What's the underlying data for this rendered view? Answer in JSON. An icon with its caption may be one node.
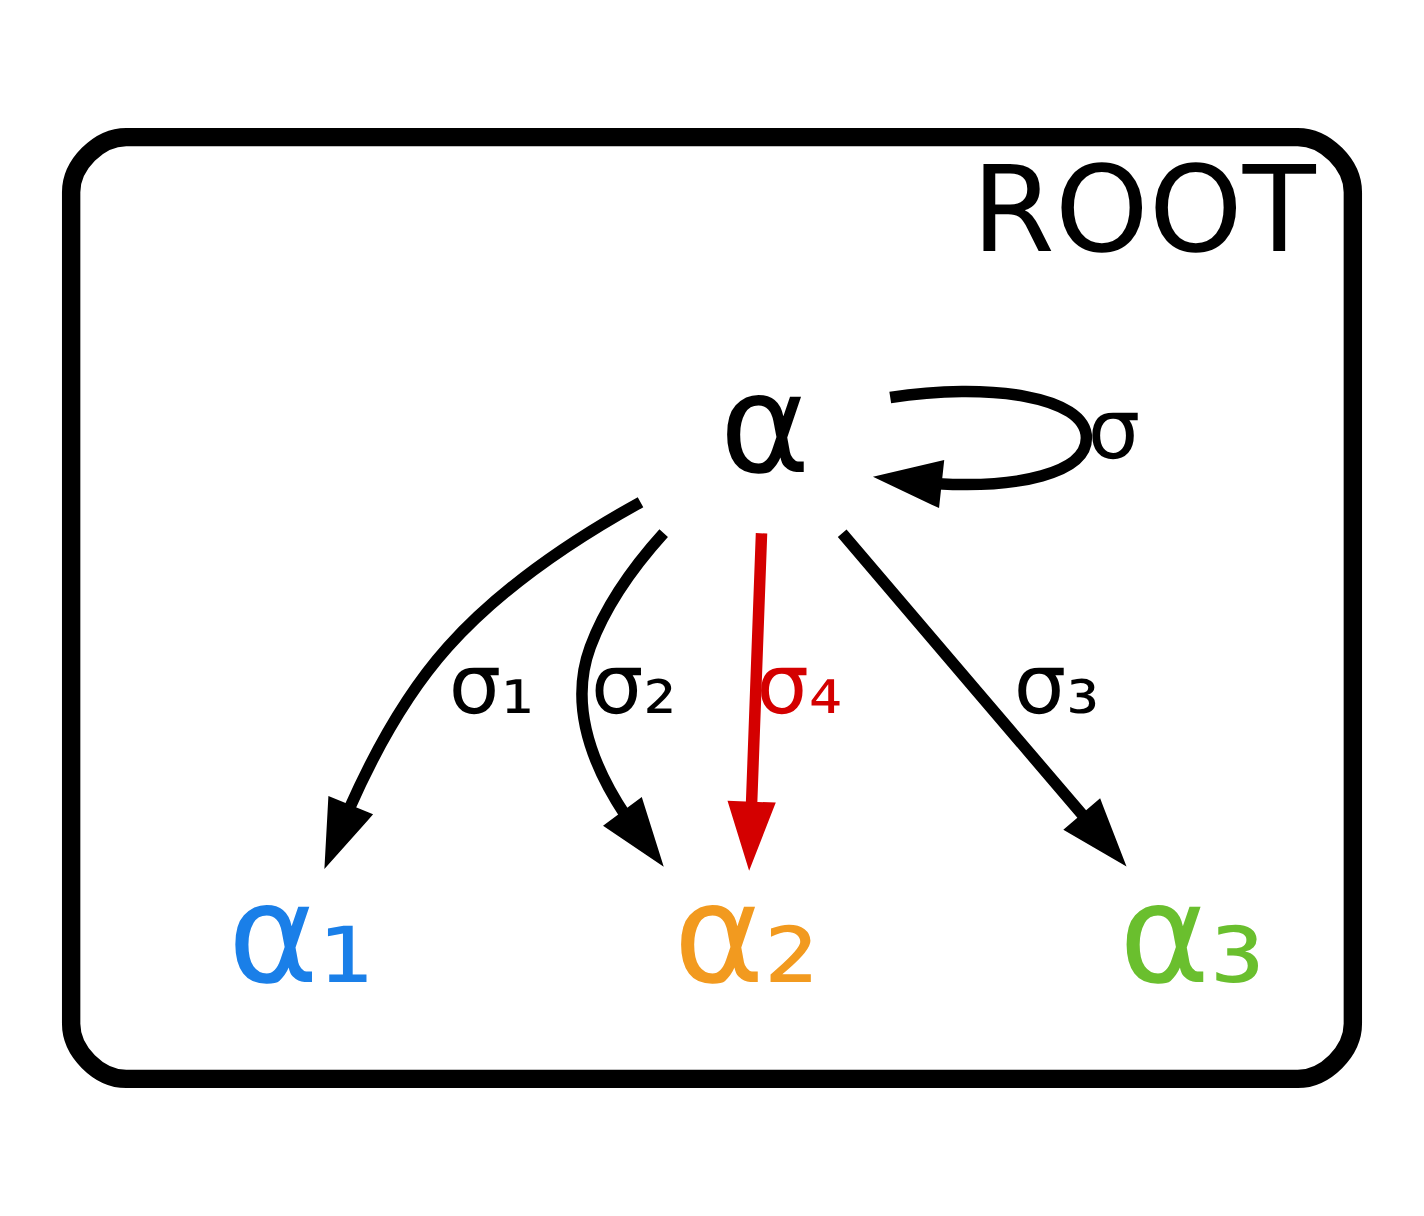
{
  "diagram": {
    "nodes": [
      {
        "text": [
          "ROOT"
        ]
      },
      {
        "text": [
          "α"
        ],
        "in": 0
      },
      {
        "text": [
          "α₁"
        ],
        "in": 0
      },
      {
        "text": [
          "α₂"
        ],
        "in": 0
      },
      {
        "text": [
          "α₃"
        ],
        "in": 0
      }
    ],
    "edges": [
      {
        "from": 1,
        "to": 1,
        "arrow": "to",
        "label": "σ"
      },
      {
        "from": 1,
        "to": 2,
        "arrow": "to",
        "label": "σ₁"
      },
      {
        "from": 1,
        "to": 3,
        "arrow": "to",
        "label": "σ₂"
      },
      {
        "from": 1,
        "to": 4,
        "arrow": "to",
        "label": "σ₃"
      },
      {
        "from": 1,
        "to": 3,
        "arrow": "to",
        "label": "σ₄",
        "color": "#d40000"
      }
    ]
  }
}
